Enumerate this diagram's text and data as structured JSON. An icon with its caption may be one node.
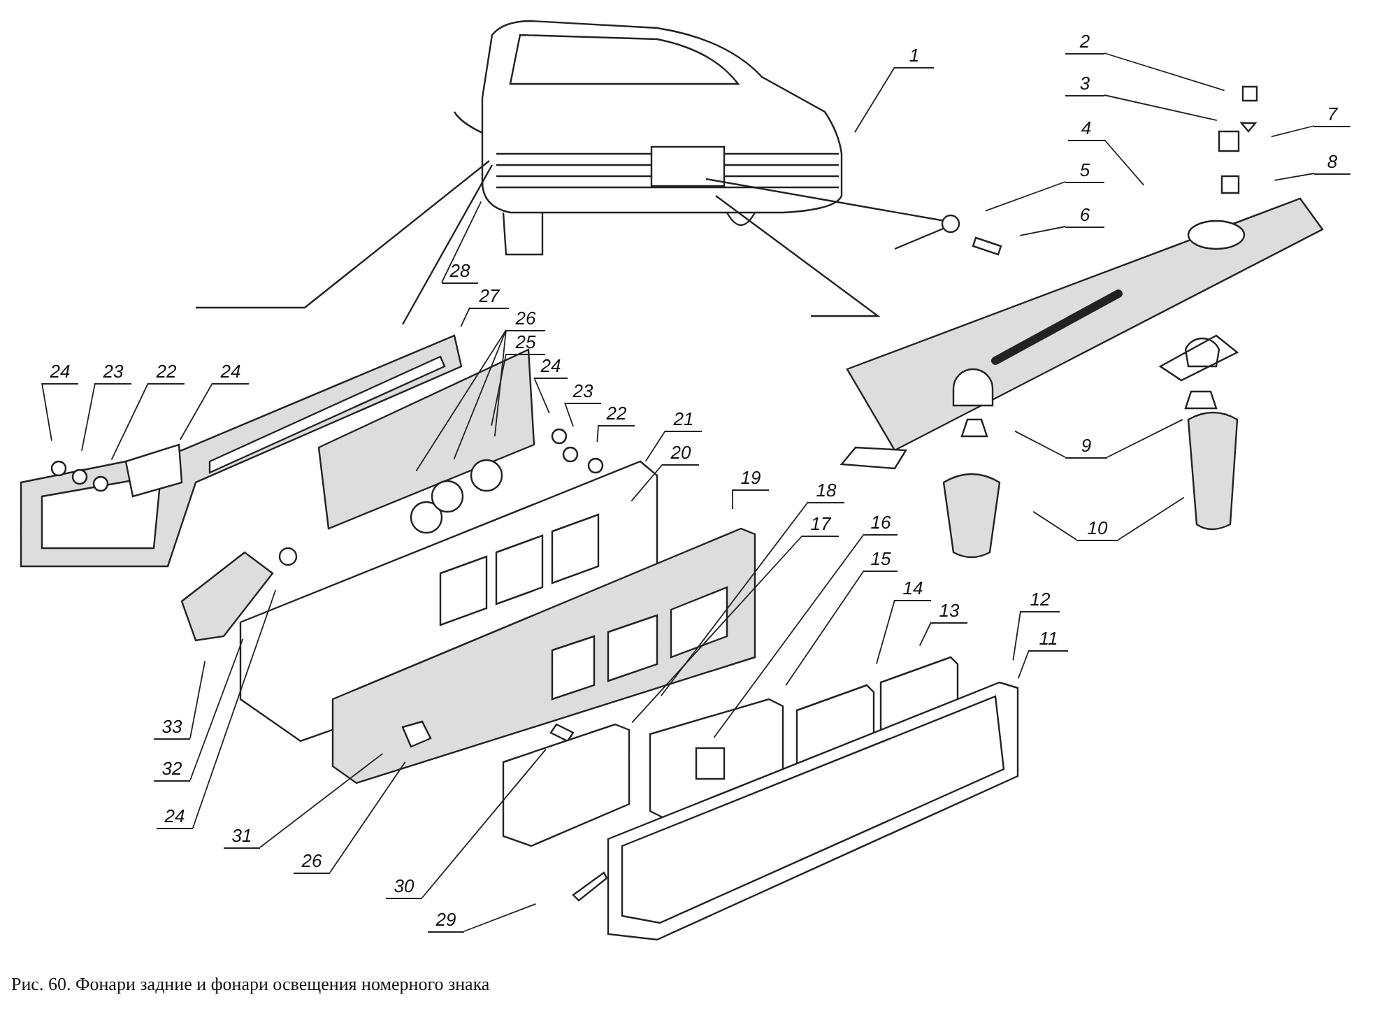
{
  "diagram": {
    "caption": "Рис. 60. Фонари задние и фонари освещения номерного знака",
    "nodes": [
      {
        "text": [
          "1"
        ]
      },
      {
        "text": [
          "2"
        ]
      },
      {
        "text": [
          "3"
        ]
      },
      {
        "text": [
          "4"
        ]
      },
      {
        "text": [
          "7"
        ]
      },
      {
        "text": [
          "8"
        ]
      },
      {
        "text": [
          "5"
        ]
      },
      {
        "text": [
          "6"
        ]
      },
      {
        "text": [
          "28"
        ]
      },
      {
        "text": [
          "27"
        ]
      },
      {
        "text": [
          "26"
        ]
      },
      {
        "text": [
          "25"
        ]
      },
      {
        "text": [
          "24"
        ]
      },
      {
        "text": [
          "23"
        ]
      },
      {
        "text": [
          "22"
        ]
      },
      {
        "text": [
          "24"
        ]
      },
      {
        "text": [
          "24"
        ]
      },
      {
        "text": [
          "23"
        ]
      },
      {
        "text": [
          "22"
        ]
      },
      {
        "text": [
          "21"
        ]
      },
      {
        "text": [
          "20"
        ]
      },
      {
        "text": [
          "19"
        ]
      },
      {
        "text": [
          "18"
        ]
      },
      {
        "text": [
          "17"
        ]
      },
      {
        "text": [
          "16"
        ]
      },
      {
        "text": [
          "15"
        ]
      },
      {
        "text": [
          "14"
        ]
      },
      {
        "text": [
          "13"
        ]
      },
      {
        "text": [
          "12"
        ]
      },
      {
        "text": [
          "11"
        ]
      },
      {
        "text": [
          "9"
        ]
      },
      {
        "text": [
          "10"
        ]
      },
      {
        "text": [
          "33"
        ]
      },
      {
        "text": [
          "32"
        ]
      },
      {
        "text": [
          "24"
        ]
      },
      {
        "text": [
          "31"
        ]
      },
      {
        "text": [
          "26"
        ]
      },
      {
        "text": [
          "30"
        ]
      },
      {
        "text": [
          "29"
        ]
      }
    ],
    "edges": [
      {
        "from": 0,
        "to": null,
        "arrow": "none"
      },
      {
        "from": 1,
        "to": null,
        "arrow": "none"
      },
      {
        "from": 2,
        "to": null,
        "arrow": "none"
      },
      {
        "from": 3,
        "to": null,
        "arrow": "none"
      },
      {
        "from": 4,
        "to": null,
        "arrow": "none"
      },
      {
        "from": 5,
        "to": null,
        "arrow": "none"
      },
      {
        "from": 6,
        "to": null,
        "arrow": "none"
      },
      {
        "from": 7,
        "to": null,
        "arrow": "none"
      },
      {
        "from": 8,
        "to": null,
        "arrow": "none"
      },
      {
        "from": 9,
        "to": null,
        "arrow": "none"
      },
      {
        "from": 10,
        "to": null,
        "arrow": "none"
      },
      {
        "from": 10,
        "to": null,
        "arrow": "none"
      },
      {
        "from": 10,
        "to": null,
        "arrow": "none"
      },
      {
        "from": 11,
        "to": null,
        "arrow": "none"
      },
      {
        "from": 12,
        "to": null,
        "arrow": "none"
      },
      {
        "from": 13,
        "to": null,
        "arrow": "none"
      },
      {
        "from": 14,
        "to": null,
        "arrow": "none"
      },
      {
        "from": 15,
        "to": null,
        "arrow": "none"
      },
      {
        "from": 16,
        "to": null,
        "arrow": "none"
      },
      {
        "from": 17,
        "to": null,
        "arrow": "none"
      },
      {
        "from": 18,
        "to": null,
        "arrow": "none"
      },
      {
        "from": 19,
        "to": null,
        "arrow": "none"
      },
      {
        "from": 20,
        "to": null,
        "arrow": "none"
      },
      {
        "from": 21,
        "to": null,
        "arrow": "none"
      },
      {
        "from": 22,
        "to": null,
        "arrow": "none"
      },
      {
        "from": 23,
        "to": null,
        "arrow": "none"
      },
      {
        "from": 24,
        "to": null,
        "arrow": "none"
      },
      {
        "from": 25,
        "to": null,
        "arrow": "none"
      },
      {
        "from": 26,
        "to": null,
        "arrow": "none"
      },
      {
        "from": 27,
        "to": null,
        "arrow": "none"
      },
      {
        "from": 28,
        "to": null,
        "arrow": "none"
      },
      {
        "from": 29,
        "to": null,
        "arrow": "none"
      },
      {
        "from": 30,
        "to": null,
        "arrow": "none"
      },
      {
        "from": 30,
        "to": null,
        "arrow": "none"
      },
      {
        "from": 31,
        "to": null,
        "arrow": "none"
      },
      {
        "from": 31,
        "to": null,
        "arrow": "none"
      },
      {
        "from": 32,
        "to": null,
        "arrow": "none"
      },
      {
        "from": 33,
        "to": null,
        "arrow": "none"
      },
      {
        "from": 34,
        "to": null,
        "arrow": "none"
      },
      {
        "from": 35,
        "to": null,
        "arrow": "none"
      },
      {
        "from": 36,
        "to": null,
        "arrow": "none"
      },
      {
        "from": 37,
        "to": null,
        "arrow": "none"
      },
      {
        "from": 38,
        "to": null,
        "arrow": "none"
      }
    ]
  }
}
